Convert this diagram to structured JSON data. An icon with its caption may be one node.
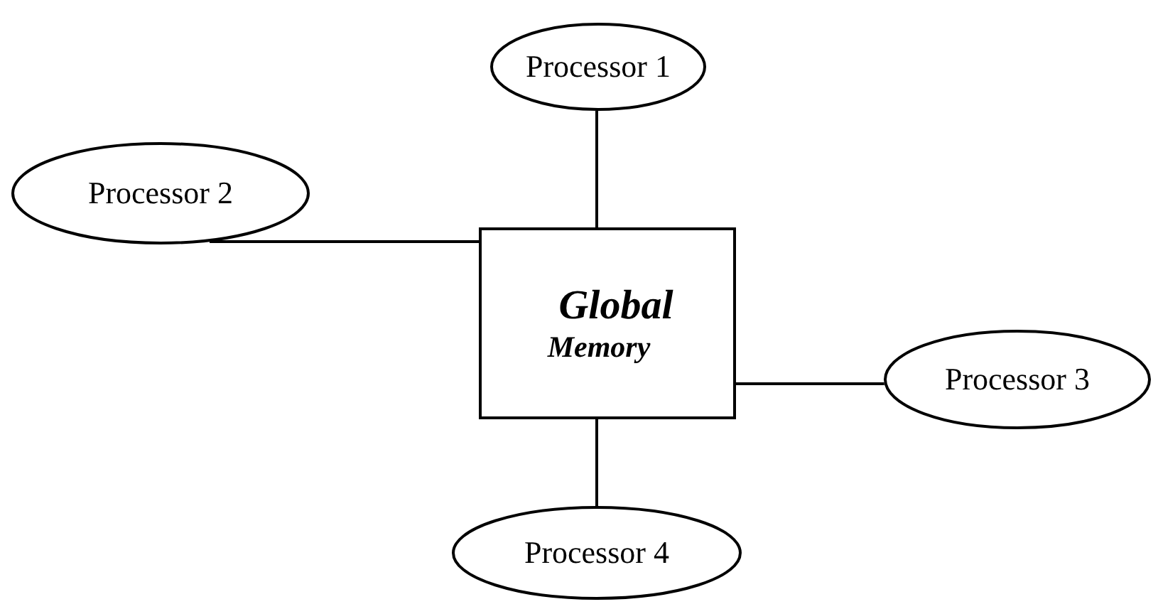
{
  "diagram": {
    "nodes": [
      {
        "text": [
          "Processor 1"
        ]
      },
      {
        "text": [
          "Processor 2"
        ]
      },
      {
        "text": [
          "Global",
          "Memory"
        ]
      },
      {
        "text": [
          "Processor 3"
        ]
      },
      {
        "text": [
          "Processor 4"
        ]
      }
    ],
    "edges": [
      {
        "from": 0,
        "to": 2,
        "arrow": "none"
      },
      {
        "from": 1,
        "to": 2,
        "arrow": "none"
      },
      {
        "from": 2,
        "to": 3,
        "arrow": "none"
      },
      {
        "from": 2,
        "to": 4,
        "arrow": "none"
      }
    ]
  }
}
